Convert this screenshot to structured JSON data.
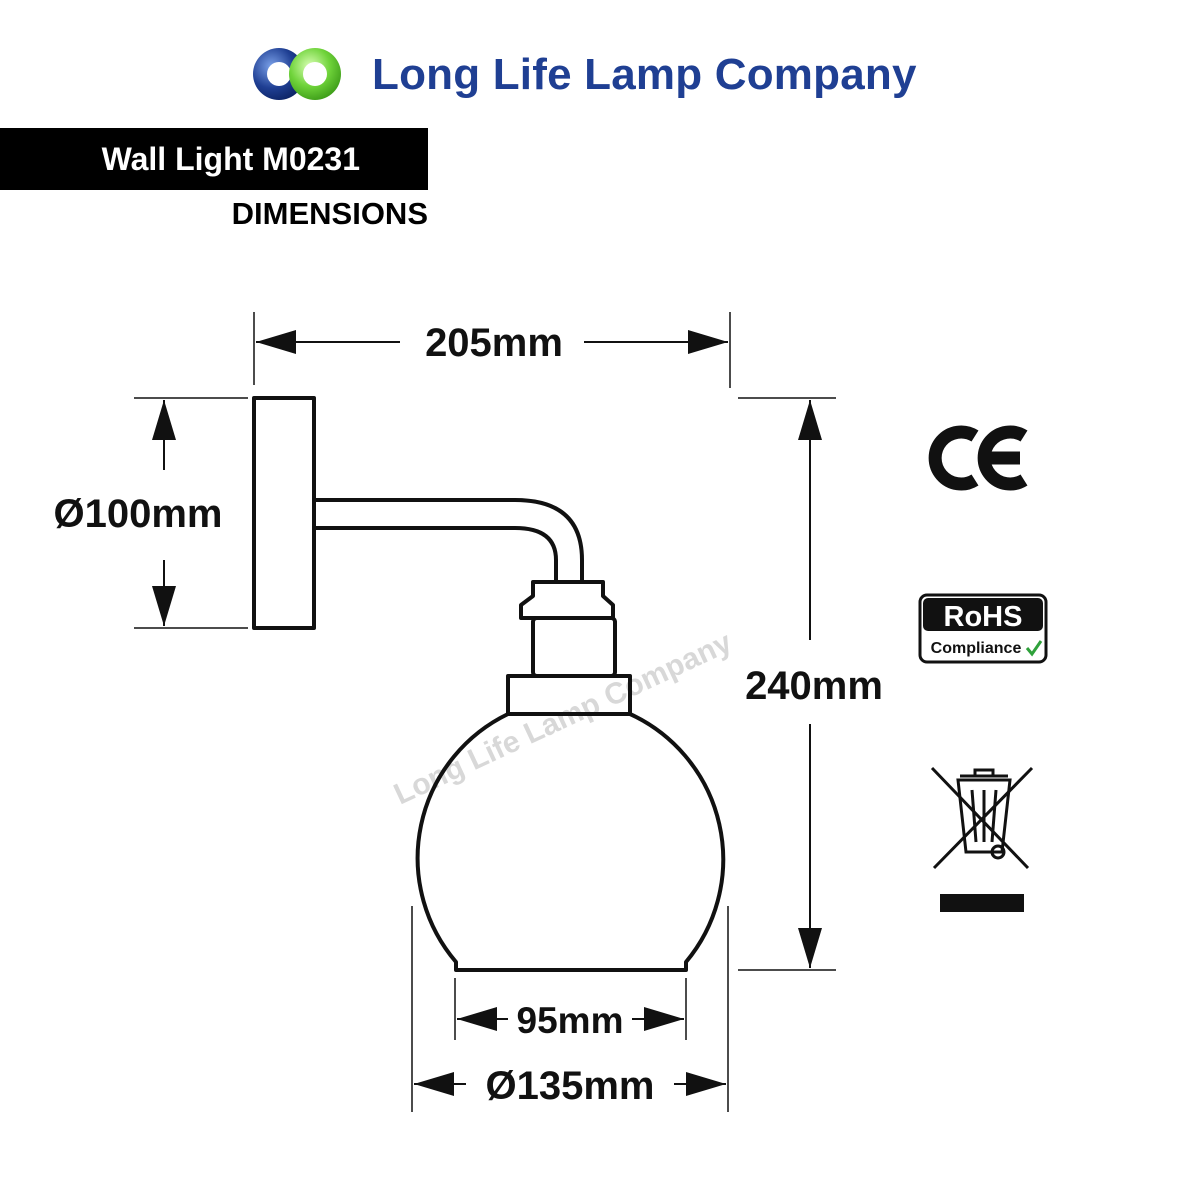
{
  "header": {
    "brand_name": "Long Life Lamp Company",
    "logo_icon": "overlapping-rings-logo-icon",
    "brand_color": "#1f3f93",
    "logo_colors": [
      "#1f3f93",
      "#6fd33a"
    ]
  },
  "product": {
    "title": "Wall Light M0231",
    "subtitle": "DIMENSIONS"
  },
  "dimensions": {
    "width": "205mm",
    "backplate_diameter": "Ø100mm",
    "height": "240mm",
    "shade_opening": "95mm",
    "shade_diameter": "Ø135mm"
  },
  "watermark": "Long Life Lamp Company",
  "certifications": {
    "ce": {
      "icon": "ce-mark-icon",
      "label": "CE"
    },
    "rohs": {
      "icon": "rohs-badge-icon",
      "title": "RoHS",
      "subtitle": "Compliance"
    },
    "weee": {
      "icon": "crossed-bin-weee-icon"
    }
  }
}
